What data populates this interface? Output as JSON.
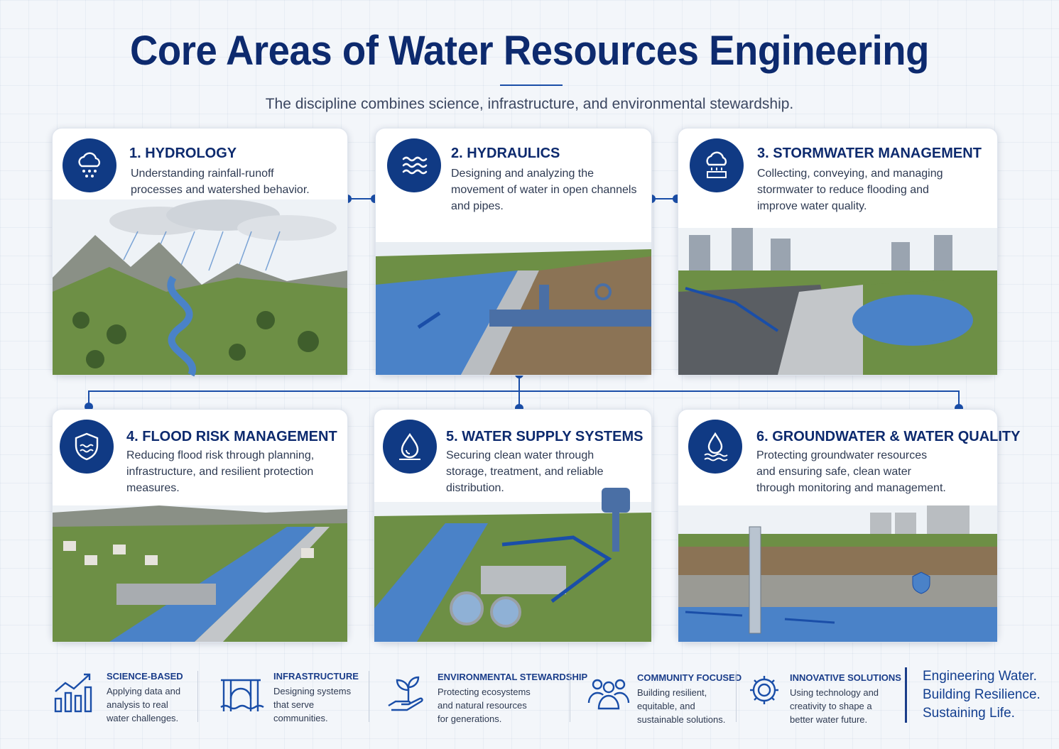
{
  "title": "Core Areas of Water Resources Engineering",
  "subtitle": "The discipline combines science, infrastructure, and environmental stewardship.",
  "cards": [
    {
      "title": "1. HYDROLOGY",
      "desc": "Understanding rainfall-runoff processes and watershed behavior.",
      "icon": "rain-cloud-icon"
    },
    {
      "title": "2. HYDRAULICS",
      "desc": "Designing and analyzing the movement of water in open channels and pipes.",
      "icon": "waves-icon"
    },
    {
      "title": "3. STORMWATER MANAGEMENT",
      "desc": "Collecting, conveying, and managing stormwater to reduce flooding and improve water quality.",
      "icon": "storm-drain-icon"
    },
    {
      "title": "4. FLOOD RISK MANAGEMENT",
      "desc": "Reducing flood risk through planning, infrastructure, and resilient protection measures.",
      "icon": "shield-waves-icon"
    },
    {
      "title": "5. WATER SUPPLY SYSTEMS",
      "desc": "Securing clean water through storage, treatment, and reliable distribution.",
      "icon": "water-drop-icon"
    },
    {
      "title": "6. GROUNDWATER & WATER QUALITY",
      "desc": "Protecting groundwater resources and ensuring safe, clean water through monitoring and management.",
      "icon": "drop-waves-icon"
    }
  ],
  "features": [
    {
      "title": "SCIENCE-BASED",
      "desc": "Applying data and analysis to real water challenges.",
      "icon": "bar-chart-icon"
    },
    {
      "title": "INFRASTRUCTURE",
      "desc": "Designing systems that serve communities.",
      "icon": "bridge-icon"
    },
    {
      "title": "ENVIRONMENTAL STEWARDSHIP",
      "desc": "Protecting ecosystems and natural resources for generations.",
      "icon": "plant-hand-icon"
    },
    {
      "title": "COMMUNITY FOCUSED",
      "desc": "Building resilient, equitable, and sustainable solutions.",
      "icon": "people-icon"
    },
    {
      "title": "INNOVATIVE SOLUTIONS",
      "desc": "Using technology and creativity to shape a better water future.",
      "icon": "gear-icon"
    }
  ],
  "tagline": [
    "Engineering Water.",
    "Building Resilience.",
    "Sustaining Life."
  ],
  "colors": {
    "primary": "#0d2a6e",
    "accent": "#1a4ea8",
    "water": "#4a82c8",
    "grass": "#6d8f45"
  }
}
